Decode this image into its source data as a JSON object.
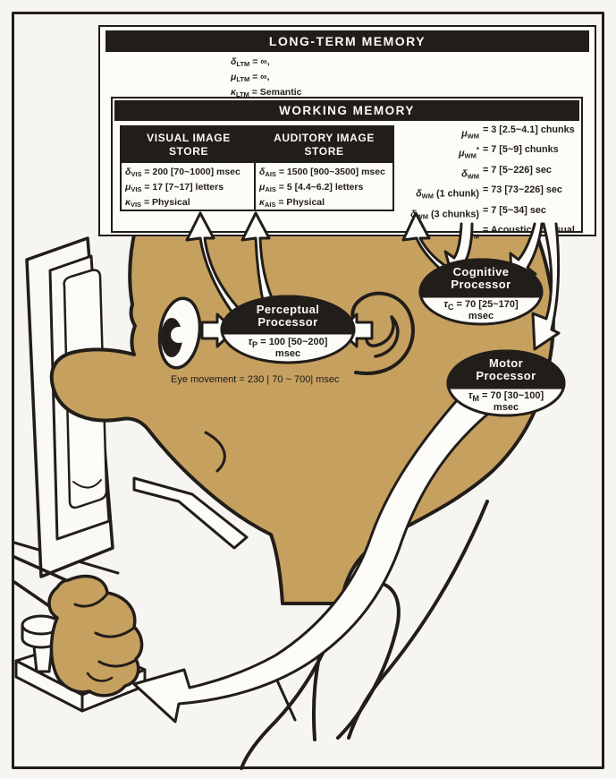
{
  "figure": {
    "name": "Model Human Processor diagram",
    "palette": {
      "tan": "#c6a05f",
      "ink": "#211d19",
      "paper": "#f7f5f1",
      "white": "#fdfcf9"
    }
  },
  "ltm": {
    "title": "LONG-TERM MEMORY",
    "stats": [
      {
        "sym": "δ",
        "sub": "LTM",
        "rest": " =  ∞,"
      },
      {
        "sym": "μ",
        "sub": "LTM",
        "rest": " =  ∞,"
      },
      {
        "sym": "κ",
        "sub": "LTM",
        "rest": " =  Semantic"
      }
    ]
  },
  "wm": {
    "title": "WORKING MEMORY",
    "stats": [
      {
        "sym": "μ",
        "sub": "WM",
        "rest": "=  3  [2.5~4.1]  chunks"
      },
      {
        "sym": "μ",
        "sub": "WM",
        "sup": "*",
        "rest": "=  7  [5~9]  chunks"
      },
      {
        "sym": "δ",
        "sub": "WM",
        "rest": "=  7  [5~226]  sec"
      },
      {
        "sym": "δ",
        "sub": "WM",
        "note": " (1 chunk)",
        "rest": "=  73  [73~226]  sec"
      },
      {
        "sym": "δ",
        "sub": "WM",
        "note": " (3 chunks)",
        "rest": "=  7  [5~34]  sec"
      },
      {
        "sym": "κ",
        "sub": "WM",
        "rest": "=  Acoustic or Visual"
      }
    ]
  },
  "vis": {
    "title_line1": "VISUAL IMAGE",
    "title_line2": "STORE",
    "stats": [
      {
        "sym": "δ",
        "sub": "VIS",
        "rest": " =  200  [70~1000]  msec"
      },
      {
        "sym": "μ",
        "sub": "VIS",
        "rest": " =  17  [7~17]  letters"
      },
      {
        "sym": "κ",
        "sub": "VIS",
        "rest": " =  Physical"
      }
    ]
  },
  "ais": {
    "title_line1": "AUDITORY IMAGE",
    "title_line2": "STORE",
    "stats": [
      {
        "sym": "δ",
        "sub": "AIS",
        "rest": " =  1500  [900~3500]  msec"
      },
      {
        "sym": "μ",
        "sub": "AIS",
        "rest": " =  5  [4.4~6.2]  letters"
      },
      {
        "sym": "κ",
        "sub": "AIS",
        "rest": " =  Physical"
      }
    ]
  },
  "processors": {
    "perceptual": {
      "name_line1": "Perceptual",
      "name_line2": "Processor",
      "sym": "τ",
      "sub": "P",
      "eq": " =  100  [50~200]",
      "unit": "msec"
    },
    "cognitive": {
      "name_line1": "Cognitive",
      "name_line2": "Processor",
      "sym": "τ",
      "sub": "C",
      "eq": " =  70  [25~170]",
      "unit": "msec"
    },
    "motor": {
      "name_line1": "Motor",
      "name_line2": "Processor",
      "sym": "τ",
      "sub": "M",
      "eq": " =  70  [30~100]",
      "unit": "msec"
    }
  },
  "annotations": {
    "eye_movement": "Eye movement = 230 | 70 ~ 700| msec"
  }
}
